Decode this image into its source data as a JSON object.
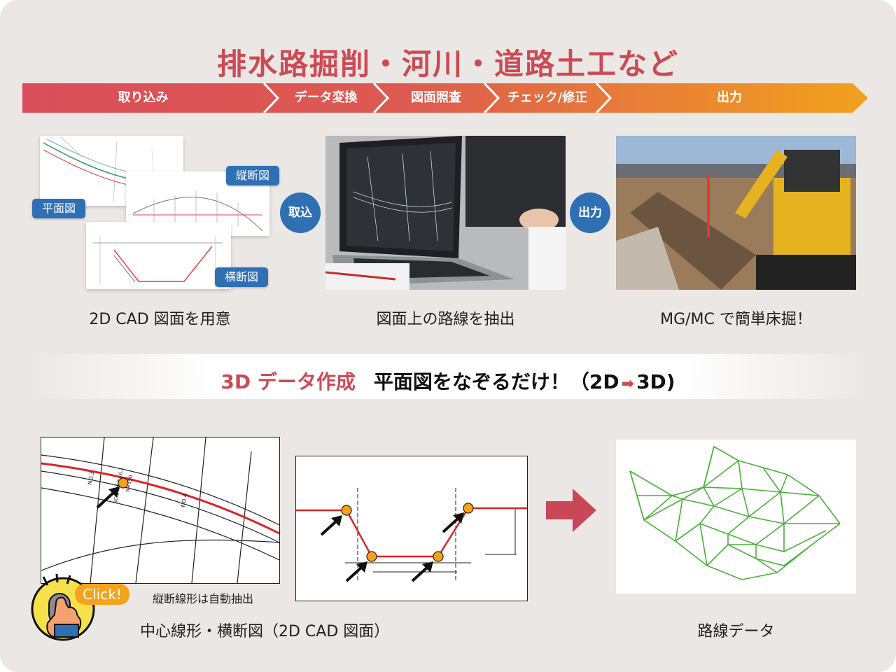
{
  "title": "排水路掘削・河川・道路土工など",
  "flow": {
    "steps": [
      "取り込み",
      "データ変換",
      "図面照査",
      "チェック/修正",
      "出力"
    ],
    "colors": [
      "#d94e5a",
      "#dd5a50",
      "#e26b43",
      "#e98034",
      "#ef9a22"
    ]
  },
  "top": {
    "cad_tags": {
      "plan": "平面図",
      "profile": "縦断図",
      "cross": "横断図"
    },
    "import_label": "取込",
    "output_label": "出力",
    "captions": [
      "2D CAD 図面を用意",
      "図面上の路線を抽出",
      "MG/MC で簡単床掘！"
    ]
  },
  "banner": {
    "lead": "3D データ作成",
    "main": "平面図をなぞるだけ！（2D",
    "tail": "3D)"
  },
  "bottom": {
    "auto_note": "縦断線形は自動抽出",
    "click_label": "Click!",
    "caption_left": "中心線形・横断図（2D CAD 図面）",
    "caption_right": "路線データ",
    "station_labels": [
      "NO.3",
      "BC.1 NO.3+6.1",
      "R=150",
      "NO.4"
    ]
  },
  "colors": {
    "accent_red": "#cc4a55",
    "tag_blue": "#2f6fb4",
    "mesh_green": "#4caf3c",
    "point_orange": "#f5a31a"
  }
}
